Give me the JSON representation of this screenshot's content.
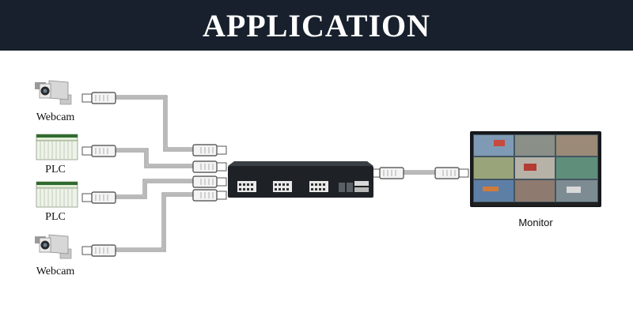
{
  "header": {
    "title": "APPLICATION"
  },
  "devices": {
    "webcam_top": "Webcam",
    "plc_top": "PLC",
    "plc_bottom": "PLC",
    "webcam_bottom": "Webcam",
    "monitor": "Monitor"
  },
  "icons": {
    "switch": "network-switch-icon",
    "camera": "security-camera-icon",
    "plc": "plc-module-icon",
    "monitor": "monitor-icon",
    "connector": "rj45-connector-icon"
  },
  "colors": {
    "banner": "#17202c",
    "switch": "#1e2226",
    "cable": "#b9b9b9"
  }
}
